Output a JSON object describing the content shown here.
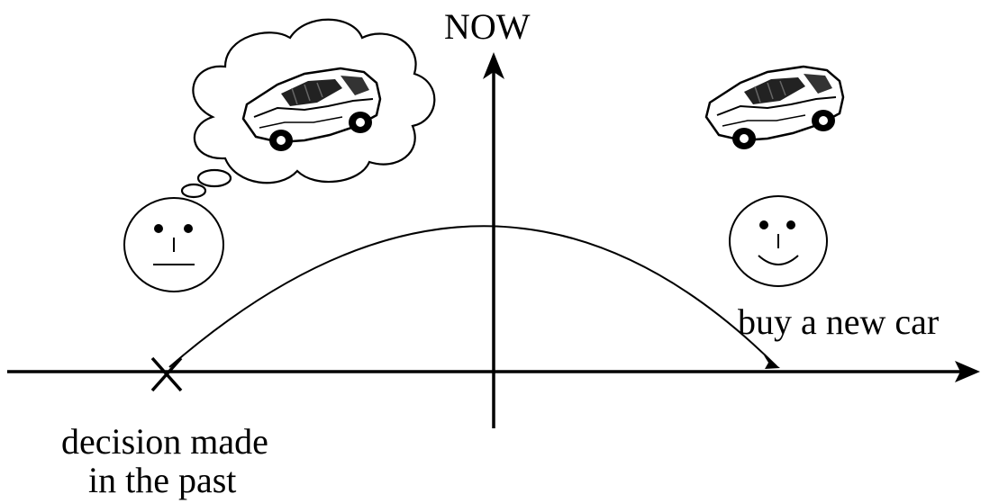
{
  "labels": {
    "now": "NOW",
    "future_event": "buy a new car",
    "past_event_line1": "decision made",
    "past_event_line2": "in the past"
  },
  "icons": {
    "thought_bubble": "thought-bubble-icon",
    "car": "car-icon",
    "neutral_face": "neutral-face-icon",
    "happy_face": "happy-face-icon",
    "past_marker": "x-marker-icon"
  },
  "colors": {
    "ink": "#000000",
    "background": "#ffffff"
  }
}
